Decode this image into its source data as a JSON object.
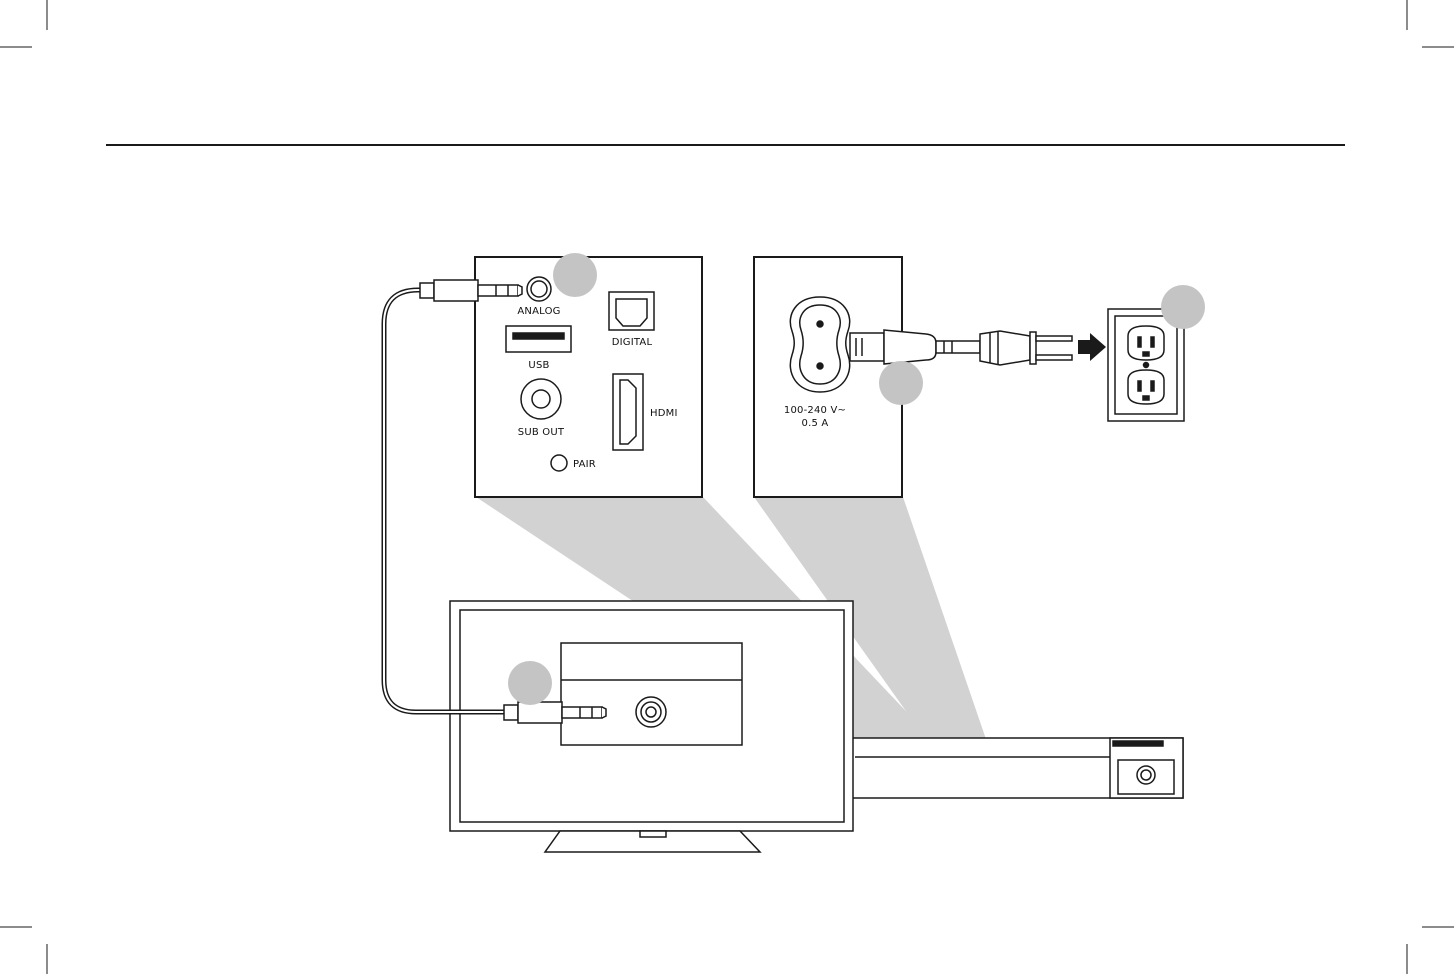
{
  "panel_left": {
    "ports": {
      "analog": "ANALOG",
      "usb": "USB",
      "digital": "DIGITAL",
      "sub_out": "SUB OUT",
      "hdmi": "HDMI",
      "pair": "PAIR"
    }
  },
  "panel_right": {
    "power_rating_line1": "100-240 V~",
    "power_rating_line2": "0.5 A"
  },
  "colors": {
    "stroke": "#1a1a1a",
    "shadow": "#d2d2d2",
    "step_marker": "#c4c4c4",
    "background": "#ffffff"
  },
  "icons": [
    "arrow-right-icon",
    "wall-outlet-icon",
    "power-plug-icon",
    "aux-jack-icon",
    "hdmi-port-icon",
    "usb-port-icon",
    "optical-port-icon"
  ]
}
